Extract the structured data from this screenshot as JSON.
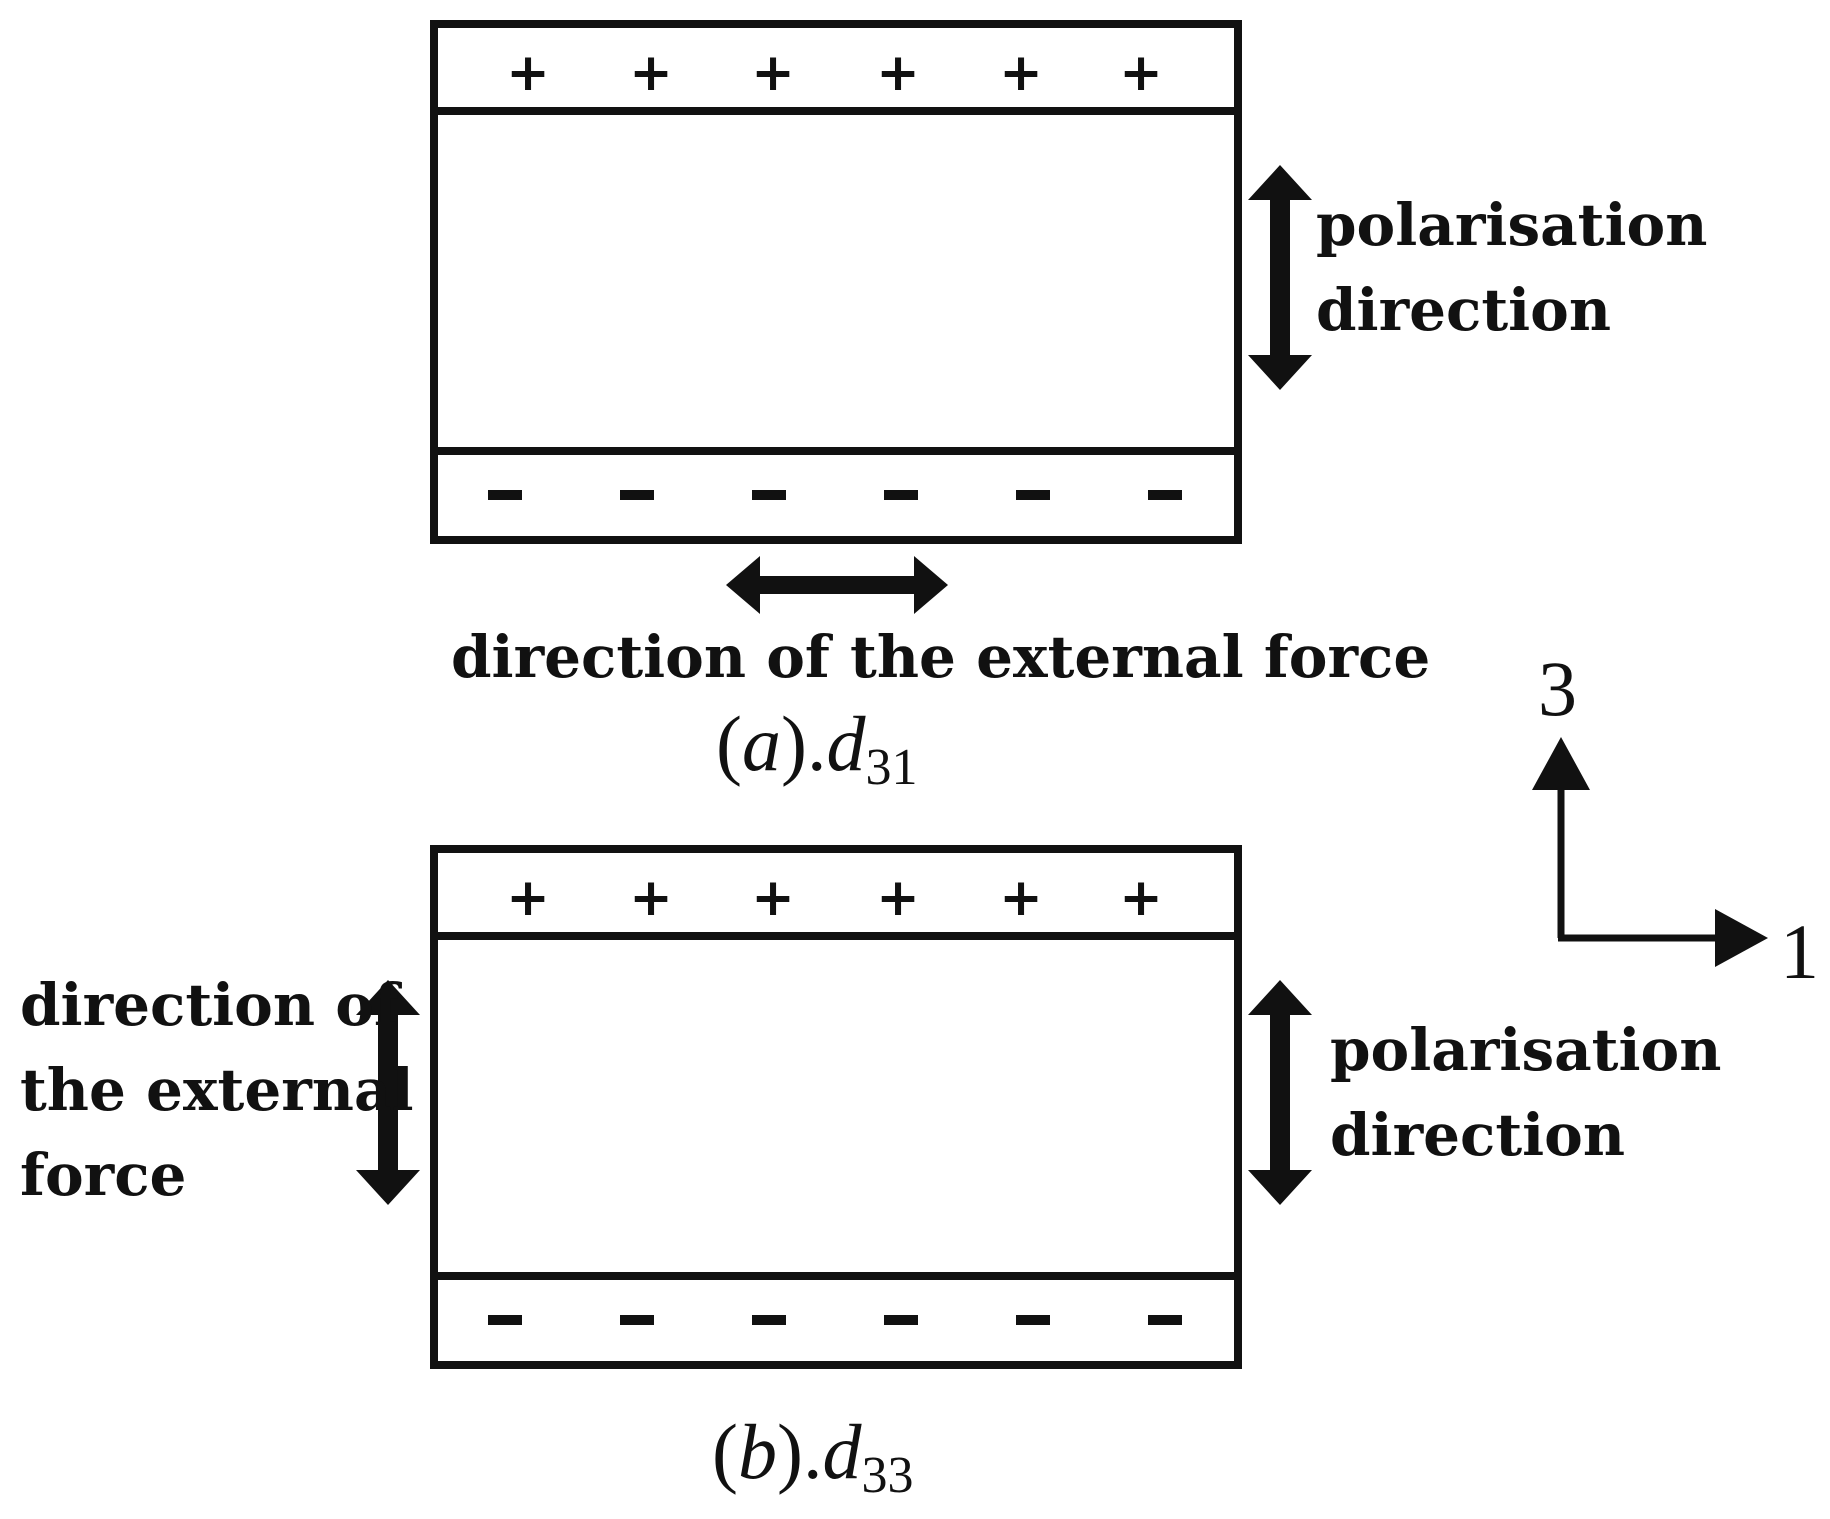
{
  "panel_a": {
    "top_signs": [
      "+",
      "+",
      "+",
      "+",
      "+",
      "+"
    ],
    "bottom_signs": [
      "−",
      "−",
      "−",
      "−",
      "−",
      "−"
    ],
    "polarisation_label": [
      "polarisation",
      "direction"
    ],
    "force_label": [
      "direction of the external force"
    ],
    "caption": {
      "paren_open": "(",
      "letter": "a",
      "paren_close": ").",
      "symbol": "d",
      "subscript": "31"
    }
  },
  "panel_b": {
    "top_signs": [
      "+",
      "+",
      "+",
      "+",
      "+",
      "+"
    ],
    "bottom_signs": [
      "−",
      "−",
      "−",
      "−",
      "−",
      "−"
    ],
    "polarisation_label": [
      "polarisation",
      "direction"
    ],
    "force_label": [
      "direction of",
      "the external",
      "force"
    ],
    "caption": {
      "paren_open": "(",
      "letter": "b",
      "paren_close": ").",
      "symbol": "d",
      "subscript": "33"
    }
  },
  "axes": {
    "vertical_label": "3",
    "horizontal_label": "1"
  },
  "colors": {
    "stroke": "#111111",
    "background": "#ffffff"
  }
}
